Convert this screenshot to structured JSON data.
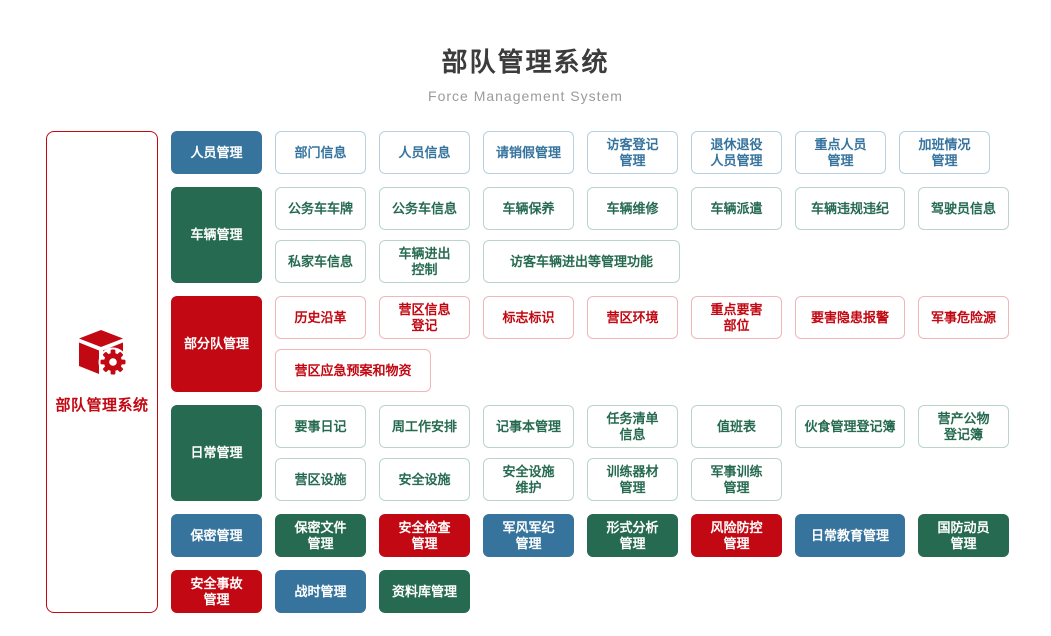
{
  "page": {
    "title": "部队管理系统",
    "subtitle": "Force Management System"
  },
  "colors": {
    "blue": "#36749E",
    "green": "#266A51",
    "red": "#C20812",
    "blue_border": "#B7D0E4",
    "green_border": "#BBD6C9",
    "red_border": "#F1B6BA",
    "title": "#3C3C3C",
    "subtitle": "#9B9B9B"
  },
  "root": {
    "label": "部队管理系统",
    "icon": "cube-gear-icon",
    "color": "#C20812"
  },
  "rows": [
    {
      "header": {
        "label": "人员管理",
        "theme": "blue"
      },
      "item_style": "outline",
      "item_theme": "blue",
      "lines": [
        [
          "部门信息",
          "人员信息",
          "请销假管理",
          "访客登记\n管理",
          "退休退役\n人员管理",
          "重点人员\n管理",
          "加班情况\n管理"
        ]
      ]
    },
    {
      "header": {
        "label": "车辆管理",
        "theme": "green"
      },
      "item_style": "outline",
      "item_theme": "green",
      "lines": [
        [
          "公务车车牌",
          "公务车信息",
          "车辆保养",
          "车辆维修",
          "车辆派遣",
          "车辆违规违纪",
          "驾驶员信息"
        ],
        [
          "私家车信息",
          "车辆进出\n控制",
          "访客车辆进出等管理功能"
        ]
      ]
    },
    {
      "header": {
        "label": "部分队管理",
        "theme": "red"
      },
      "item_style": "outline",
      "item_theme": "red",
      "lines": [
        [
          "历史沿革",
          "营区信息\n登记",
          "标志标识",
          "营区环境",
          "重点要害\n部位",
          "要害隐患报警",
          "军事危险源"
        ],
        [
          "营区应急预案和物资"
        ]
      ]
    },
    {
      "header": {
        "label": "日常管理",
        "theme": "green"
      },
      "item_style": "outline",
      "item_theme": "green",
      "lines": [
        [
          "要事日记",
          "周工作安排",
          "记事本管理",
          "任务清单\n信息",
          "值班表",
          "伙食管理登记簿",
          "营产公物\n登记簿"
        ],
        [
          "营区设施",
          "安全设施",
          "安全设施\n维护",
          "训练器材\n管理",
          "军事训练\n管理"
        ]
      ]
    },
    {
      "header": {
        "label": "保密管理",
        "theme": "blue"
      },
      "item_style": "solid",
      "lines": [
        [
          {
            "label": "保密文件\n管理",
            "theme": "green"
          },
          {
            "label": "安全检查\n管理",
            "theme": "red"
          },
          {
            "label": "军风军纪\n管理",
            "theme": "blue"
          },
          {
            "label": "形式分析\n管理",
            "theme": "green"
          },
          {
            "label": "风险防控\n管理",
            "theme": "red"
          },
          {
            "label": "日常教育管理",
            "theme": "blue"
          },
          {
            "label": "国防动员\n管理",
            "theme": "green"
          }
        ]
      ]
    },
    {
      "header": {
        "label": "安全事故\n管理",
        "theme": "red"
      },
      "item_style": "solid",
      "lines": [
        [
          {
            "label": "战时管理",
            "theme": "blue"
          },
          {
            "label": "资料库管理",
            "theme": "green"
          }
        ]
      ]
    }
  ]
}
